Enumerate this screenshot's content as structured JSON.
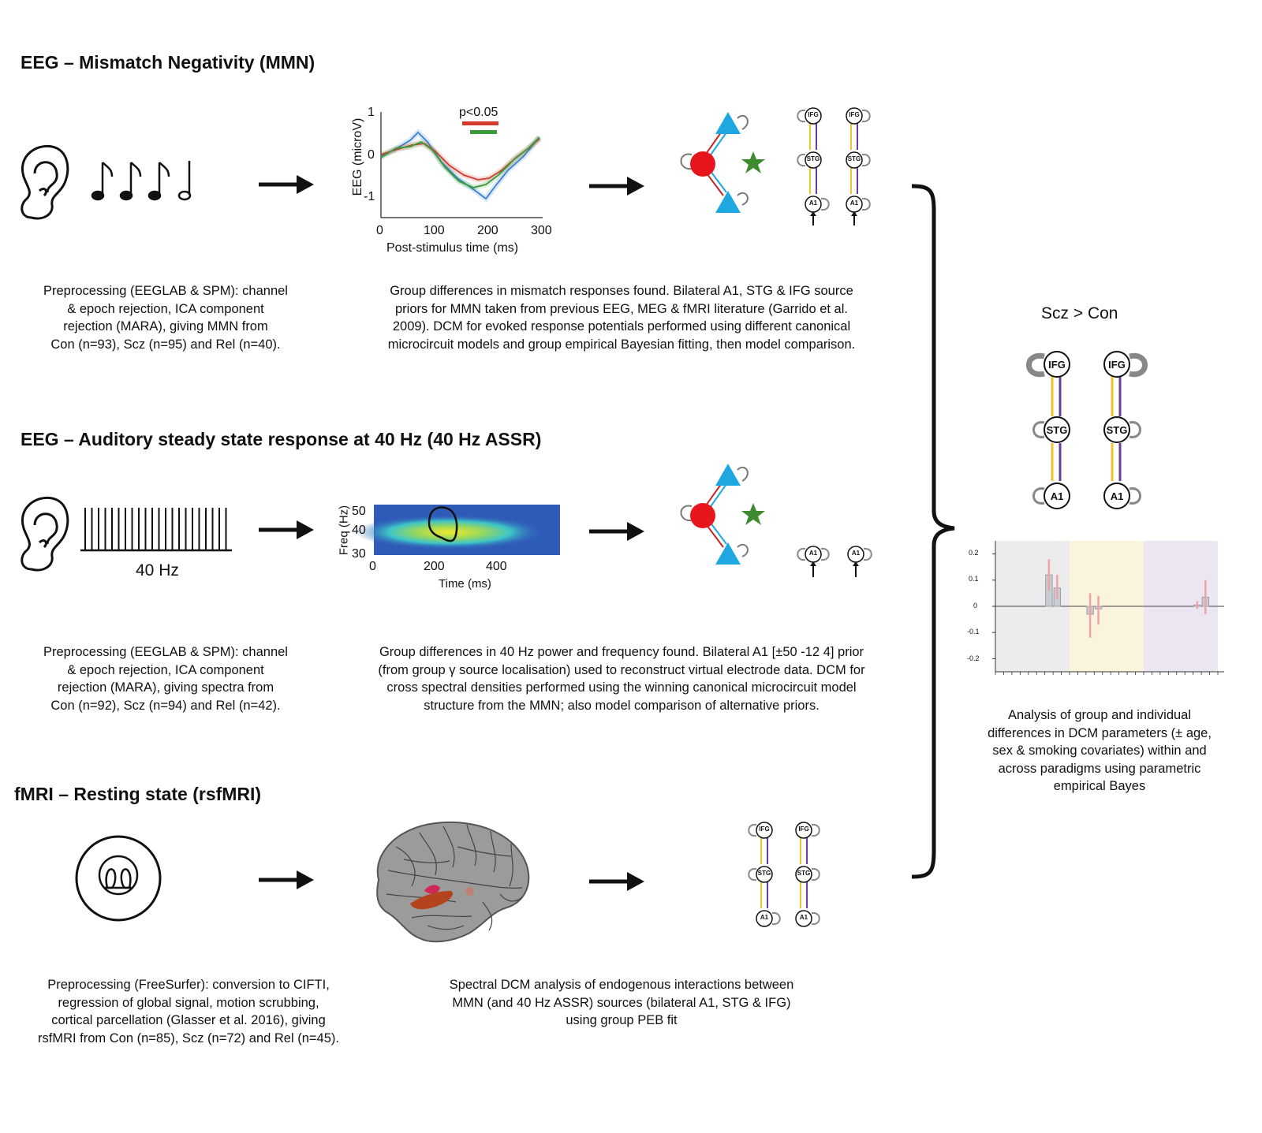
{
  "sections": {
    "mmn": {
      "title": "EEG – Mismatch Negativity (MMN)",
      "caption_left": [
        "Preprocessing (EEGLAB & SPM): channel",
        "& epoch rejection, ICA component",
        "rejection (MARA), giving MMN from",
        "Con (n=93), Scz (n=95) and Rel (n=40)."
      ],
      "caption_right": [
        "Group differences in mismatch responses found. Bilateral A1, STG & IFG source",
        "priors for MMN taken from previous EEG, MEG & fMRI literature (Garrido et al.",
        "2009). DCM for evoked response potentials performed using different canonical",
        "microcircuit models and group empirical Bayesian fitting, then model comparison."
      ],
      "plot": {
        "ylabel": "EEG (microV)",
        "xlabel": "Post-stimulus time (ms)",
        "y_ticks": [
          "1",
          "0",
          "-1"
        ],
        "x_ticks": [
          "0",
          "100",
          "200",
          "300"
        ],
        "significance_label": "p<0.05"
      },
      "dcm_nodes": [
        "IFG",
        "STG",
        "A1"
      ]
    },
    "assr": {
      "title": "EEG – Auditory steady state response at 40 Hz (40 Hz ASSR)",
      "stimulus_label": "40 Hz",
      "caption_left": [
        "Preprocessing (EEGLAB & SPM): channel",
        "& epoch rejection, ICA component",
        "rejection (MARA), giving spectra from",
        "Con (n=92), Scz (n=94) and Rel (n=42)."
      ],
      "caption_right": [
        "Group differences in 40 Hz power and frequency found. Bilateral A1 [±50 -12 4] prior",
        "(from group γ source localisation) used to reconstruct virtual electrode data. DCM for",
        "cross spectral densities performed using the winning canonical microcircuit model",
        "structure from the MMN; also model comparison of alternative priors."
      ],
      "plot": {
        "ylabel": "Freq (Hz)",
        "xlabel": "Time (ms)",
        "y_ticks": [
          "50",
          "40",
          "30"
        ],
        "x_ticks": [
          "0",
          "200",
          "400"
        ]
      },
      "dcm_nodes": [
        "A1"
      ]
    },
    "fmri": {
      "title": "fMRI – Resting state (rsfMRI)",
      "caption_left": [
        "Preprocessing (FreeSurfer): conversion to CIFTI,",
        "regression of global signal, motion scrubbing,",
        "cortical parcellation (Glasser et al. 2016), giving",
        "rsfMRI from Con (n=85), Scz (n=72) and Rel (n=45)."
      ],
      "caption_right": [
        "Spectral DCM analysis of endogenous interactions between",
        "MMN (and 40 Hz ASSR) sources (bilateral A1, STG & IFG)",
        "using group PEB fit"
      ],
      "dcm_nodes": [
        "IFG",
        "STG",
        "A1"
      ]
    }
  },
  "summary": {
    "title": "Scz > Con",
    "nodes": [
      "IFG",
      "STG",
      "A1"
    ],
    "caption": [
      "Analysis of group and individual",
      "differences in DCM parameters (± age,",
      "sex & smoking covariates) within and",
      "across paradigms using parametric",
      "empirical Bayes"
    ],
    "bar_chart": {
      "y_ticks": [
        "0.2",
        "0.1",
        "0",
        "-0.1",
        "-0.2"
      ],
      "ylim": [
        -0.25,
        0.25
      ],
      "panels": [
        {
          "color": "#ececec",
          "bars": [
            0,
            0,
            0,
            0,
            0,
            0,
            0.12,
            0.07,
            0
          ]
        },
        {
          "color": "#fbf4dc",
          "bars": [
            0,
            0,
            -0.03,
            -0.01,
            0,
            0,
            0,
            0,
            0
          ]
        },
        {
          "color": "#ece6f2",
          "bars": [
            0,
            0,
            0,
            0,
            0,
            0,
            0.005,
            0.035,
            0
          ]
        }
      ],
      "errors": [
        {
          "panel": 0,
          "bar": 6,
          "lo": 0.06,
          "hi": 0.18
        },
        {
          "panel": 0,
          "bar": 7,
          "lo": 0.03,
          "hi": 0.12
        },
        {
          "panel": 1,
          "bar": 2,
          "lo": -0.12,
          "hi": 0.05
        },
        {
          "panel": 1,
          "bar": 3,
          "lo": -0.07,
          "hi": 0.04
        },
        {
          "panel": 2,
          "bar": 6,
          "lo": -0.01,
          "hi": 0.02
        },
        {
          "panel": 2,
          "bar": 7,
          "lo": -0.03,
          "hi": 0.1
        }
      ]
    }
  },
  "colors": {
    "blue_trace": "#3a7fd0",
    "red_trace": "#d23b2e",
    "green_trace": "#3c9a3a",
    "pyramidal_blue": "#1ea7e0",
    "interneuron_red": "#e8161c",
    "stellate_green": "#3e8a2e",
    "forward_yellow": "#f2c12e",
    "backward_purple": "#6a3d9a",
    "error_pink": "#f0a3a6"
  }
}
